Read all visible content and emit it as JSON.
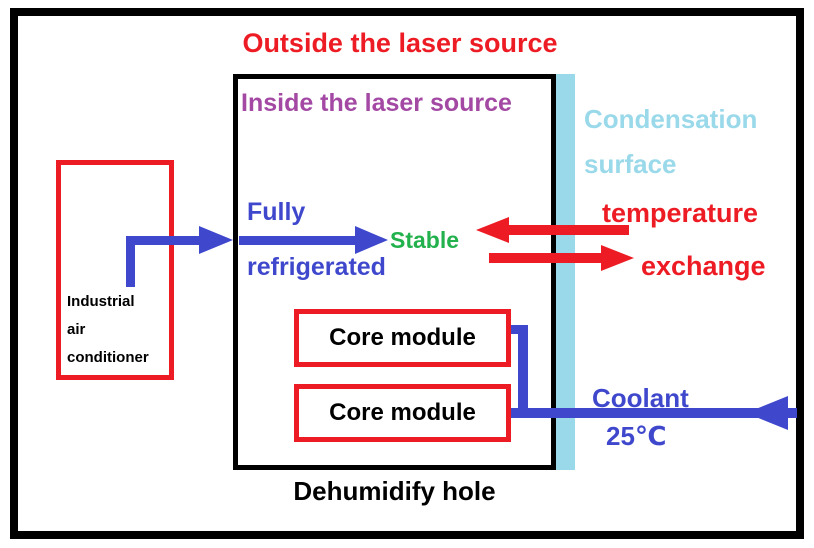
{
  "diagram": {
    "outside_label": "Outside the laser source",
    "inner_box": {
      "label": "Inside the laser source",
      "bottom_label": "Dehumidify hole"
    },
    "condensation_surface": {
      "line1": "Condensation",
      "line2": "surface"
    },
    "air_conditioner": {
      "line1": "Industrial",
      "line2": "air",
      "line3": "conditioner"
    },
    "refrigerated_flow": {
      "line1": "Fully",
      "line2": "refrigerated",
      "target": "Stable"
    },
    "heat_exchange": {
      "line1": "temperature",
      "line2": "exchange"
    },
    "core_modules": [
      "Core module",
      "Core module"
    ],
    "coolant": {
      "name": "Coolant",
      "temp": "25℃"
    }
  },
  "colors": {
    "red": "#ed1c24",
    "blue": "#3f48cc",
    "purple": "#a349a4",
    "green": "#22b14c",
    "turquoise": "#99d9ea",
    "black": "#000000"
  }
}
